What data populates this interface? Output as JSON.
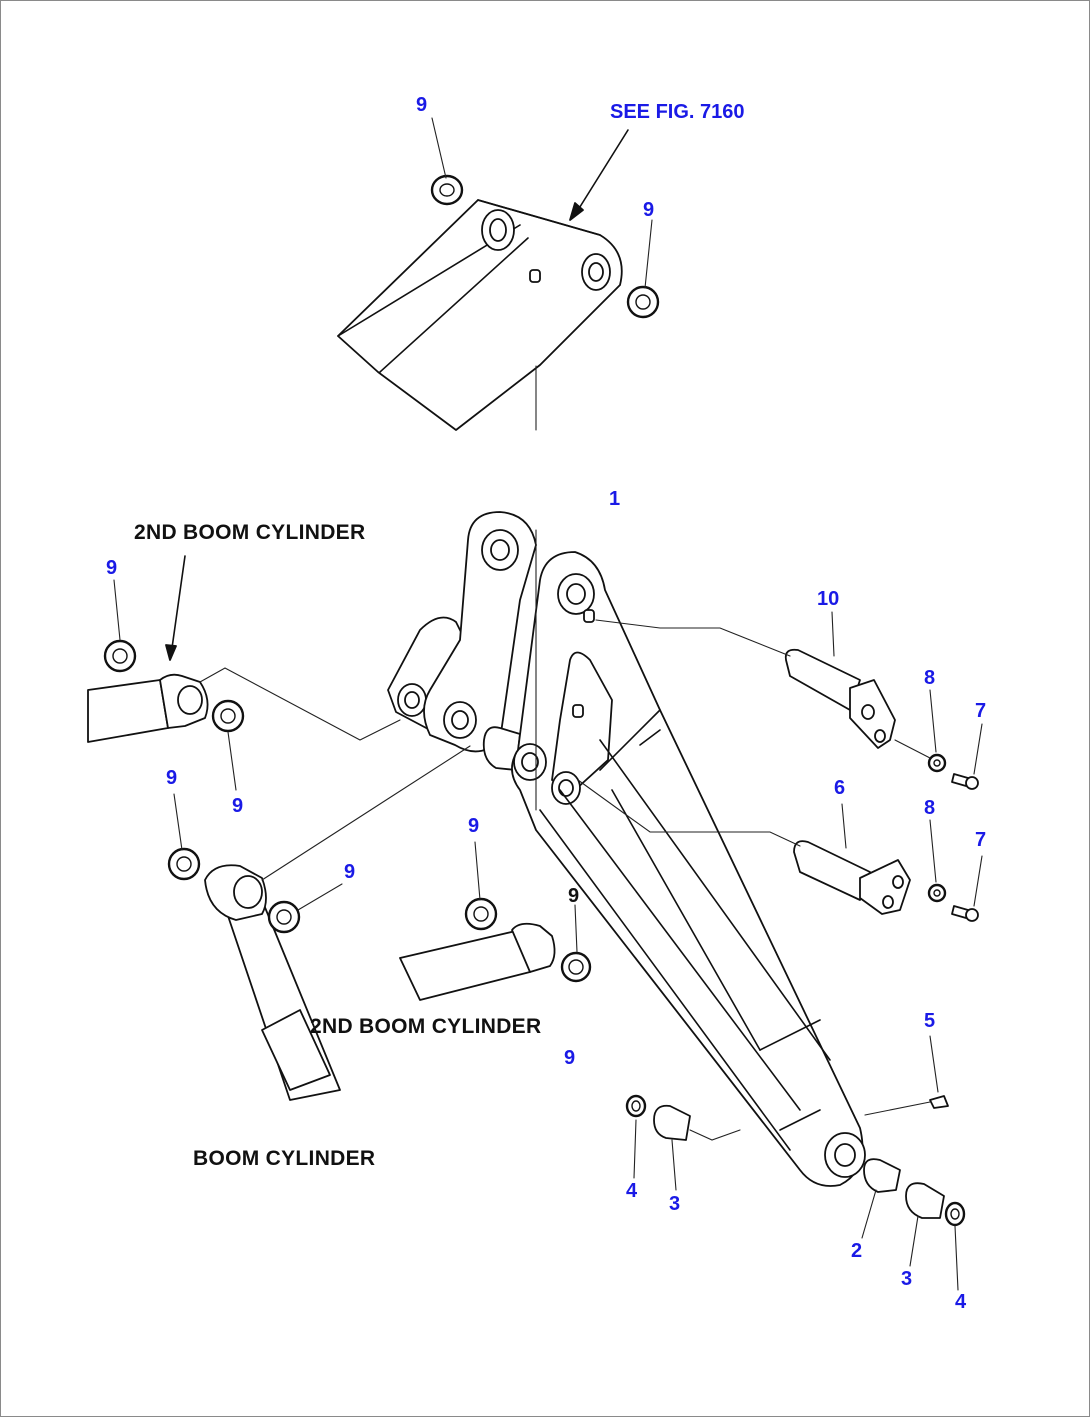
{
  "reference": {
    "text": "SEE FIG. 7160"
  },
  "labels": {
    "second_boom_cylinder_top": "2ND BOOM CYLINDER",
    "second_boom_cylinder_mid": "2ND BOOM CYLINDER",
    "boom_cylinder": "BOOM CYLINDER"
  },
  "callouts": {
    "c9_top_left": "9",
    "c9_top_right": "9",
    "c1": "1",
    "c10": "10",
    "c9_left_a": "9",
    "c9_left_b": "9",
    "c9_left_c": "9",
    "c9_left_d": "9",
    "c9_mid_a": "9",
    "c9_mid_b": "9",
    "c9_mid_c": "9",
    "c8_top": "8",
    "c7_top": "7",
    "c6": "6",
    "c8_bottom": "8",
    "c7_bottom": "7",
    "c5": "5",
    "c4_left": "4",
    "c3_left": "3",
    "c2": "2",
    "c3_right": "3",
    "c4_right": "4"
  },
  "colors": {
    "callout": "#1a1ae6",
    "line": "#111111",
    "border": "#8a8a8a"
  }
}
